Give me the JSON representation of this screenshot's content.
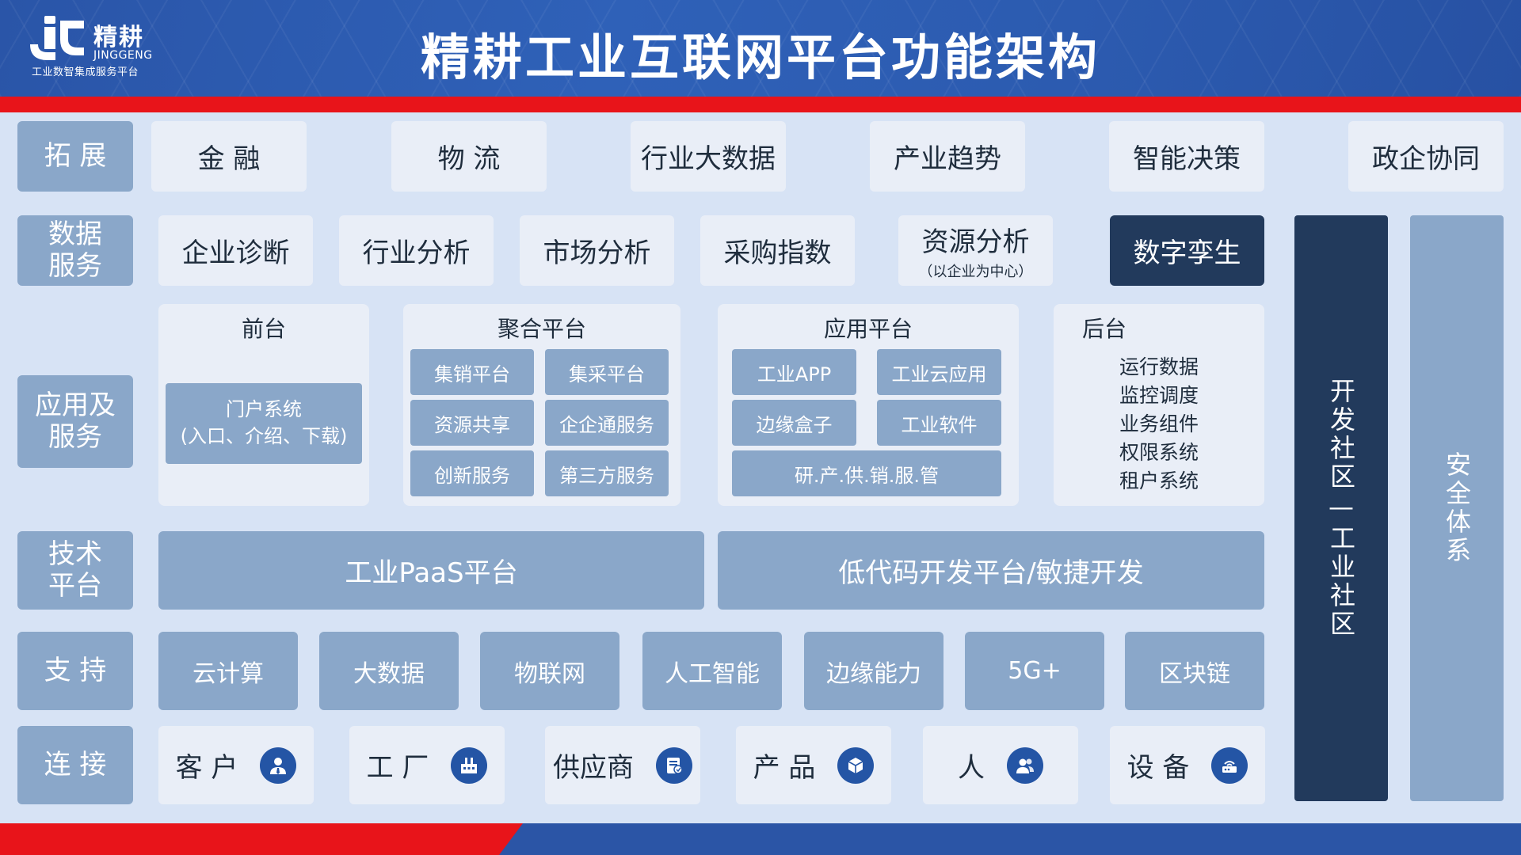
{
  "header": {
    "title": "精耕工业互联网平台功能架构",
    "logo_cn": "精耕",
    "logo_en": "JINGGENG",
    "logo_tagline": "工业数智集成服务平台"
  },
  "rows": {
    "expand": {
      "label": "拓 展",
      "items": [
        "金  融",
        "物  流",
        "行业大数据",
        "产业趋势",
        "智能决策",
        "政企协同"
      ]
    },
    "data_services": {
      "label": "数据服务",
      "items": [
        "企业诊断",
        "行业分析",
        "市场分析",
        "采购指数"
      ],
      "resource": {
        "label": "资源分析",
        "sub": "（以企业为中心）"
      },
      "twin": "数字孪生"
    },
    "apps": {
      "label": "应用及服务",
      "front": {
        "title": "前台",
        "portal_line1": "门户系统",
        "portal_line2": "(入口、介绍、下载)"
      },
      "aggregate": {
        "title": "聚合平台",
        "items": [
          "集销平台",
          "集采平台",
          "资源共享",
          "企企通服务",
          "创新服务",
          "第三方服务"
        ]
      },
      "application": {
        "title": "应用平台",
        "items": [
          "工业APP",
          "工业云应用",
          "边缘盒子",
          "工业软件"
        ],
        "wide": "研.产.供.销.服.管"
      },
      "back": {
        "title": "后台",
        "items": [
          "运行数据",
          "监控调度",
          "业务组件",
          "权限系统",
          "租户系统"
        ]
      }
    },
    "tech": {
      "label": "技术平台",
      "items": [
        "工业PaaS平台",
        "低代码开发平台/敏捷开发"
      ]
    },
    "support": {
      "label": "支 持",
      "items": [
        "云计算",
        "大数据",
        "物联网",
        "人工智能",
        "边缘能力",
        "5G+",
        "区块链"
      ]
    },
    "connect": {
      "label": "连 接",
      "items": [
        {
          "label": "客 户",
          "icon": "customer-icon"
        },
        {
          "label": "工 厂",
          "icon": "factory-icon"
        },
        {
          "label": "供应商",
          "icon": "supplier-icon"
        },
        {
          "label": "产 品",
          "icon": "product-icon"
        },
        {
          "label": "人",
          "icon": "people-icon"
        },
        {
          "label": "设 备",
          "icon": "device-icon"
        }
      ]
    }
  },
  "side": {
    "community": "开发社区—工业社区",
    "security": "安全体系"
  },
  "colors": {
    "header": "#2c5bb0",
    "red": "#e8141a",
    "label": "#8aa7c9",
    "light": "#e9eef7",
    "dark": "#223a5c",
    "icon": "#2455a5"
  }
}
